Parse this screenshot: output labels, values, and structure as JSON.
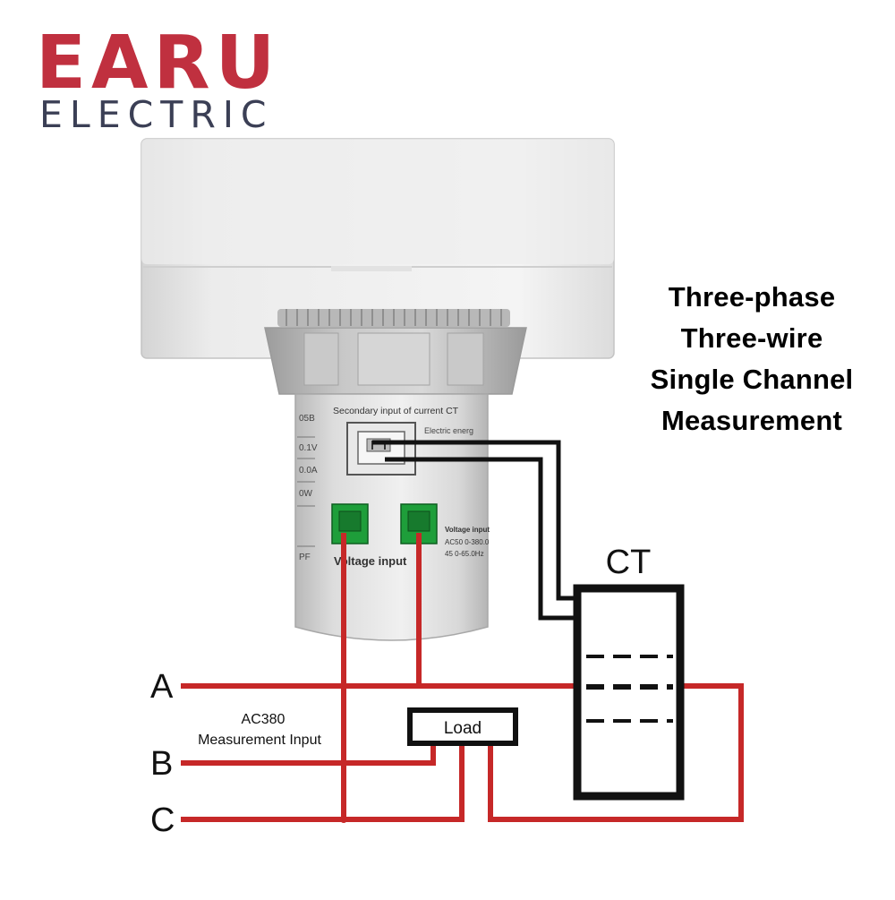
{
  "brand": {
    "name": "EARU",
    "sub": "ELECTRIC",
    "color": "#c0303f",
    "sub_color": "#3b3f55"
  },
  "title_lines": [
    "Three-phase",
    "Three-wire",
    "Single Channel",
    "Measurement"
  ],
  "device": {
    "ct_port_label": "Secondary input of current CT",
    "electric_label": "Electric energ",
    "voltage_port_label": "Voltage input",
    "voltage_spec_1": "Voltage input",
    "voltage_spec_2": "AC50 0-380.0",
    "voltage_spec_3": "45 0-65.0Hz",
    "model_fragment": "05B",
    "side_specs": [
      "0.1V",
      "0.0A",
      "0W",
      "PF"
    ]
  },
  "phases": {
    "a": "A",
    "b": "B",
    "c": "C"
  },
  "input_label": [
    "AC380",
    "Measurement Input"
  ],
  "load_label": "Load",
  "ct_label": "CT",
  "colors": {
    "wire": "#c62828",
    "black_wire": "#111111",
    "terminal_green": "#1e9e3a"
  }
}
